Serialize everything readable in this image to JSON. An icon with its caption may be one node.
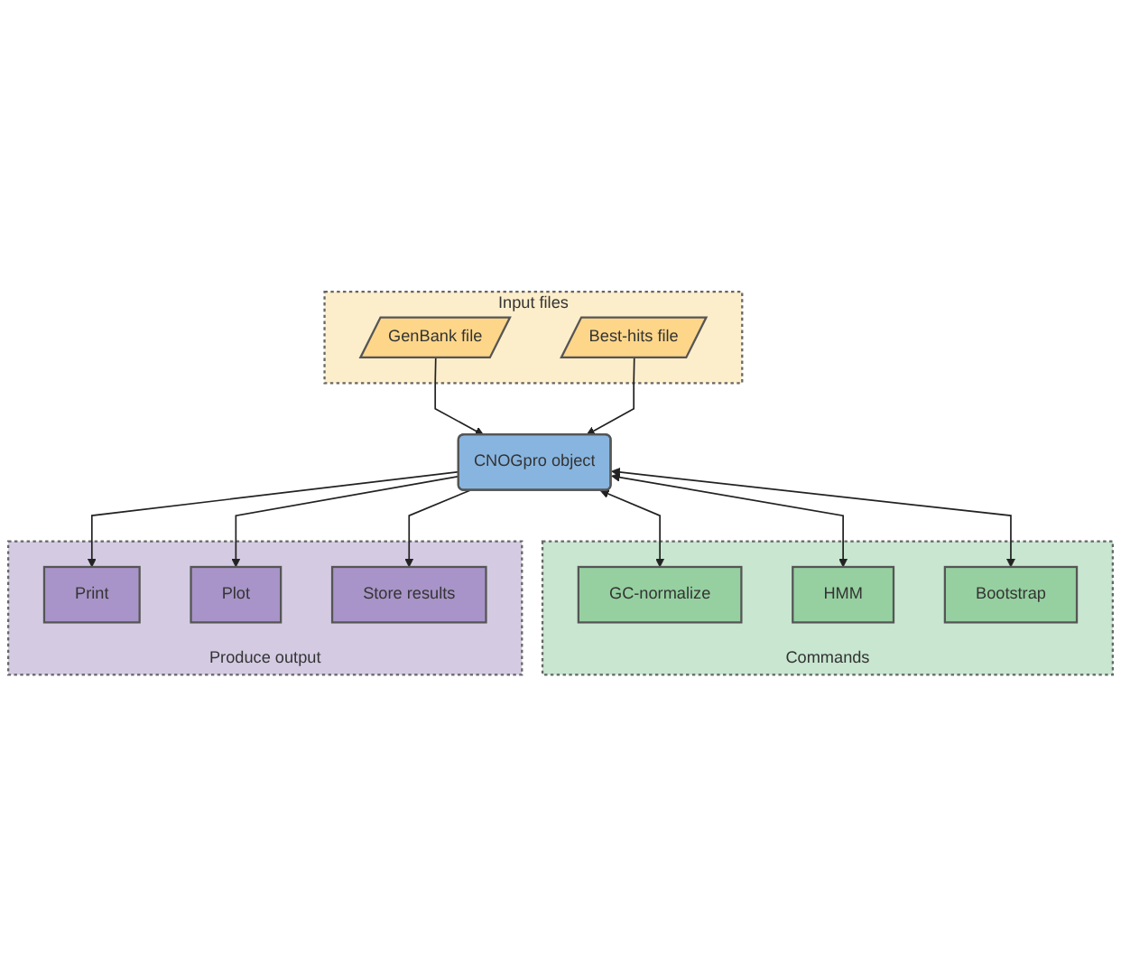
{
  "diagram": {
    "nodes": [
      {
        "text": [
          "Input files"
        ]
      },
      {
        "text": [
          "GenBank file"
        ],
        "in": 0
      },
      {
        "text": [
          "Best-hits file"
        ],
        "in": 0
      },
      {
        "text": [
          "Commands"
        ]
      },
      {
        "text": [
          "GC-normalize"
        ],
        "in": 3
      },
      {
        "text": [
          "HMM"
        ],
        "in": 3
      },
      {
        "text": [
          "Bootstrap"
        ],
        "in": 3
      },
      {
        "text": [
          "CNOGpro object"
        ]
      },
      {
        "text": [
          "Produce output"
        ]
      },
      {
        "text": [
          "Print"
        ],
        "in": 8
      },
      {
        "text": [
          "Plot"
        ],
        "in": 8
      },
      {
        "text": [
          "Store results"
        ],
        "in": 8
      }
    ],
    "edges": [
      {
        "from": 1,
        "to": 7,
        "arrow": "to"
      },
      {
        "from": 2,
        "to": 7,
        "arrow": "to"
      },
      {
        "from": 7,
        "to": 4,
        "arrow": "both"
      },
      {
        "from": 7,
        "to": 5,
        "arrow": "both"
      },
      {
        "from": 7,
        "to": 6,
        "arrow": "both"
      },
      {
        "from": 7,
        "to": 9,
        "arrow": "to"
      },
      {
        "from": 7,
        "to": 10,
        "arrow": "to"
      },
      {
        "from": 7,
        "to": 11,
        "arrow": "to"
      }
    ]
  }
}
